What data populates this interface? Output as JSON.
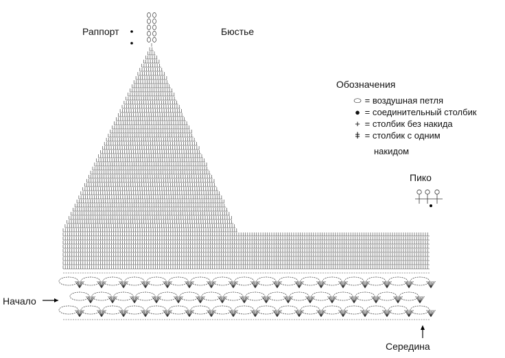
{
  "labels": {
    "repeat": "Раппорт",
    "bust": "Бюстье",
    "start": "Начало",
    "middle": "Середина",
    "picot": "Пико"
  },
  "legend": {
    "title": "Обозначения",
    "items": [
      {
        "symbol": "⬭",
        "icon": "chain-stitch-icon",
        "text": "=  воздушная петля"
      },
      {
        "symbol": "●",
        "icon": "slip-stitch-icon",
        "text": "= соединительный столбик"
      },
      {
        "symbol": "+",
        "icon": "single-crochet-icon",
        "text": "= столбик без накида"
      },
      {
        "symbol": "ǂ",
        "icon": "double-crochet-icon",
        "text": "= столбик с одним"
      }
    ],
    "continuation": "накидом"
  },
  "colors": {
    "ink": "#333333",
    "background": "#ffffff"
  }
}
